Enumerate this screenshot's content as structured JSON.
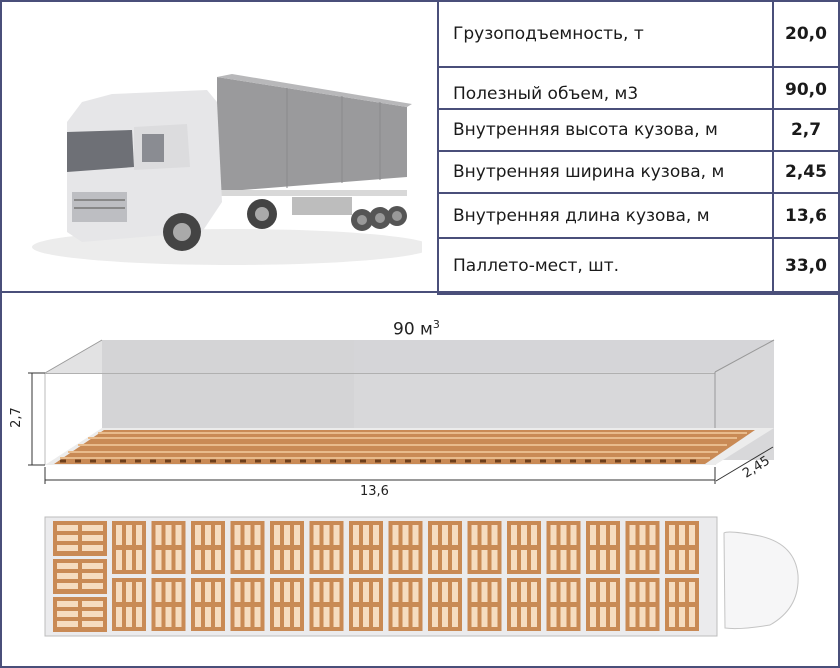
{
  "specs": {
    "rows": [
      {
        "label": "Грузоподъемность, т",
        "value": "20,0"
      },
      {
        "label": "Полезный объем, м3",
        "value": "90,0"
      },
      {
        "label": "Внутренняя высота кузова, м",
        "value": "2,7"
      },
      {
        "label": "Внутренняя ширина кузова, м",
        "value": "2,45"
      },
      {
        "label": "Внутренняя длина кузова, м",
        "value": "13,6"
      },
      {
        "label": "Паллето-мест, шт.",
        "value": "33,0"
      }
    ]
  },
  "truck_image": {
    "icon": "truck-trailer-icon"
  },
  "volume_diagram": {
    "volume_label": "90 м",
    "volume_sup": "3",
    "height_label": "2,7",
    "length_label": "13,6",
    "width_label": "2,45"
  },
  "pallet_plan": {
    "rotated_pallets": 3,
    "columns": 15,
    "rows": 2,
    "colors": {
      "pallet": "#c98a55",
      "slat": "#f6dcc0",
      "floor": "#e8e8e8",
      "box": "#d4d4d6"
    }
  }
}
